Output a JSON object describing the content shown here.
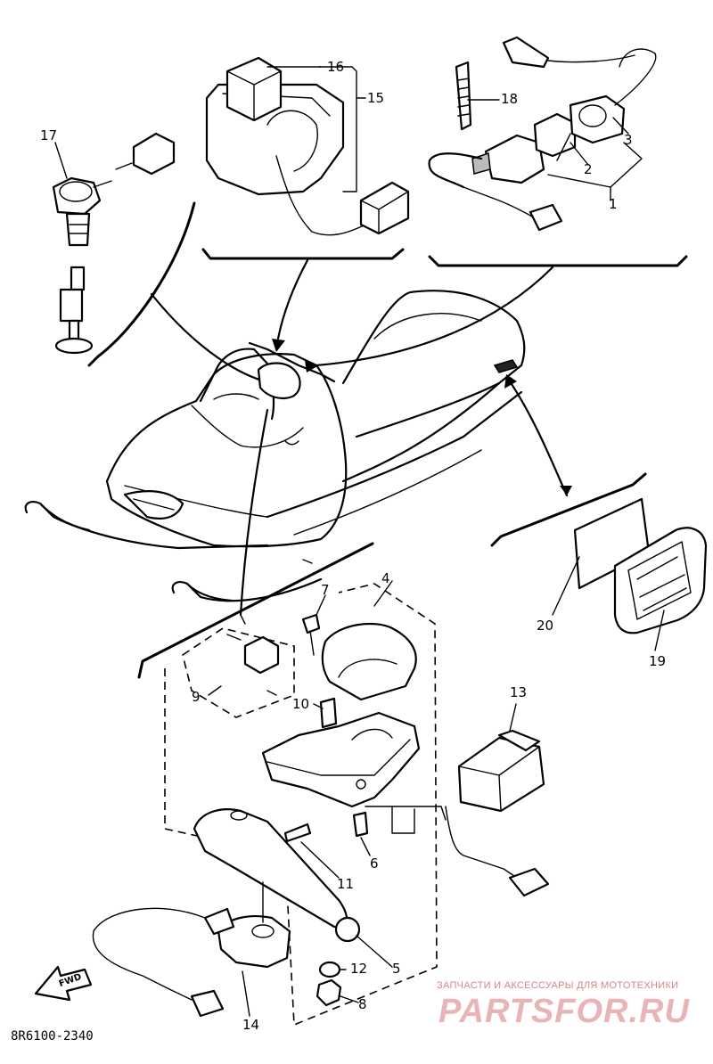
{
  "diagram": {
    "callouts": [
      {
        "id": "c1",
        "text": "1"
      },
      {
        "id": "c2",
        "text": "2"
      },
      {
        "id": "c3",
        "text": "3"
      },
      {
        "id": "c4",
        "text": "4"
      },
      {
        "id": "c5",
        "text": "5"
      },
      {
        "id": "c6",
        "text": "6"
      },
      {
        "id": "c7",
        "text": "7"
      },
      {
        "id": "c8",
        "text": "8"
      },
      {
        "id": "c9",
        "text": "9"
      },
      {
        "id": "c10",
        "text": "10"
      },
      {
        "id": "c11",
        "text": "11"
      },
      {
        "id": "c12",
        "text": "12"
      },
      {
        "id": "c13",
        "text": "13"
      },
      {
        "id": "c14",
        "text": "14"
      },
      {
        "id": "c15",
        "text": "15"
      },
      {
        "id": "c16",
        "text": "16"
      },
      {
        "id": "c17",
        "text": "17"
      },
      {
        "id": "c18",
        "text": "18"
      },
      {
        "id": "c19",
        "text": "19"
      },
      {
        "id": "c20",
        "text": "20"
      }
    ],
    "drawing_code": "8R6100-2340",
    "front_arrow_text": "FWD"
  },
  "watermark": {
    "tagline": "ЗАПЧАСТИ И АКСЕССУАРЫ ДЛЯ МОТОТЕХНИКИ",
    "brand": "PARTSFOR.RU"
  }
}
